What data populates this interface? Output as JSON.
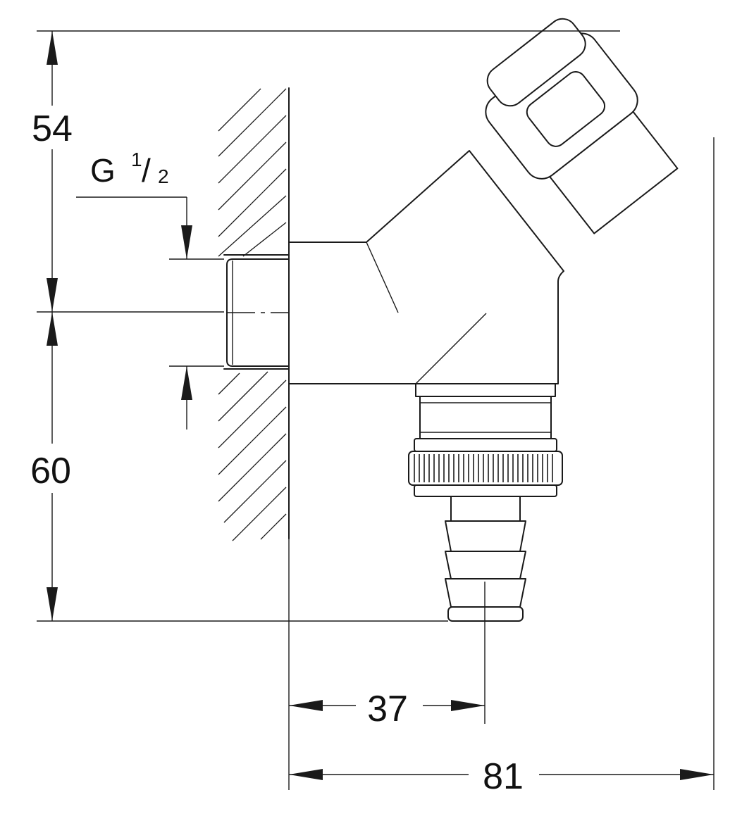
{
  "dimensions": {
    "upper_height": "54",
    "lower_height": "60",
    "outlet_depth": "37",
    "overall_depth": "81"
  },
  "thread": {
    "letter": "G",
    "numerator": "1",
    "slash": "/",
    "denominator": "2"
  }
}
